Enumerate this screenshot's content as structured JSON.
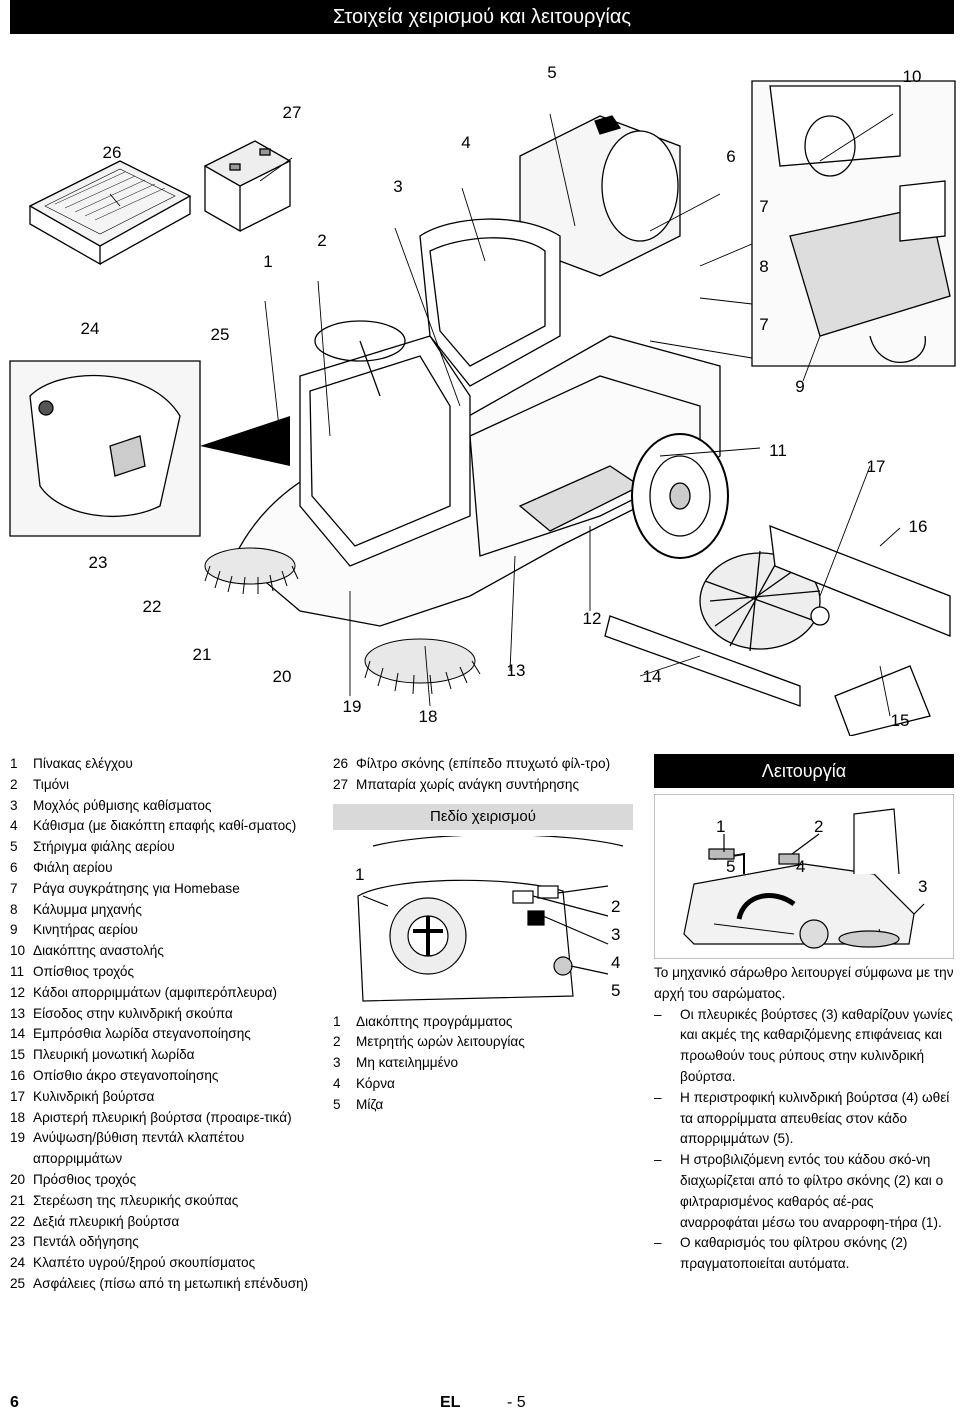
{
  "header": {
    "title": "Στοιχεία χειρισμού και λειτουργίας"
  },
  "diagram": {
    "callouts": [
      "26",
      "27",
      "5",
      "10",
      "4",
      "6",
      "3",
      "7",
      "2",
      "1",
      "8",
      "24",
      "25",
      "7",
      "9",
      "11",
      "17",
      "16",
      "23",
      "22",
      "12",
      "21",
      "20",
      "13",
      "14",
      "19",
      "18",
      "15"
    ]
  },
  "legend": [
    {
      "num": "1",
      "text": "Πίνακας ελέγχου"
    },
    {
      "num": "2",
      "text": "Τιμόνι"
    },
    {
      "num": "3",
      "text": "Μοχλός ρύθμισης καθίσματος"
    },
    {
      "num": "4",
      "text": "Κάθισμα (με διακόπτη επαφής καθί-σματος)"
    },
    {
      "num": "5",
      "text": "Στήριγμα φιάλης αερίου"
    },
    {
      "num": "6",
      "text": "Φιάλη αερίου"
    },
    {
      "num": "7",
      "text": "Ράγα συγκράτησης για Homebase"
    },
    {
      "num": "8",
      "text": "Κάλυμμα μηχανής"
    },
    {
      "num": "9",
      "text": "Κινητήρας αερίου"
    },
    {
      "num": "10",
      "text": "Διακόπτης αναστολής"
    },
    {
      "num": "11",
      "text": "Οπίσθιος τροχός"
    },
    {
      "num": "12",
      "text": "Κάδοι απορριμμάτων (αμφιπερόπλευρα)"
    },
    {
      "num": "13",
      "text": "Είσοδος στην κυλινδρική σκούπα"
    },
    {
      "num": "14",
      "text": "Εμπρόσθια λωρίδα στεγανοποίησης"
    },
    {
      "num": "15",
      "text": "Πλευρική μονωτική λωρίδα"
    },
    {
      "num": "16",
      "text": "Οπίσθιο άκρο στεγανοποίησης"
    },
    {
      "num": "17",
      "text": "Κυλινδρική βούρτσα"
    },
    {
      "num": "18",
      "text": "Αριστερή πλευρική βούρτσα (προαιρε-τικά)"
    },
    {
      "num": "19",
      "text": "Ανύψωση/βύθιση πεντάλ κλαπέτου απορριμμάτων"
    },
    {
      "num": "20",
      "text": "Πρόσθιος τροχός"
    },
    {
      "num": "21",
      "text": "Στερέωση της πλευρικής σκούπας"
    },
    {
      "num": "22",
      "text": "Δεξιά πλευρική βούρτσα"
    },
    {
      "num": "23",
      "text": "Πεντάλ οδήγησης"
    },
    {
      "num": "24",
      "text": "Κλαπέτο υγρού/ξηρού σκουπίσματος"
    },
    {
      "num": "25",
      "text": "Ασφάλειες (πίσω από τη μετωπική επένδυση)"
    }
  ],
  "legend2": [
    {
      "num": "26",
      "text": "Φίλτρο σκόνης (επίπεδο πτυχωτό φίλ-τρο)"
    },
    {
      "num": "27",
      "text": "Μπαταρία χωρίς ανάγκη συντήρησης"
    }
  ],
  "control_panel": {
    "heading": "Πεδίο χειρισμού",
    "callouts": [
      "1",
      "2",
      "3",
      "4",
      "5"
    ],
    "items": [
      {
        "num": "1",
        "text": "Διακόπτης προγράμματος"
      },
      {
        "num": "2",
        "text": "Μετρητής ωρών λειτουργίας"
      },
      {
        "num": "3",
        "text": "Μη κατειλημμένο"
      },
      {
        "num": "4",
        "text": "Κόρνα"
      },
      {
        "num": "5",
        "text": "Μίζα"
      }
    ]
  },
  "operation": {
    "heading": "Λειτουργία",
    "callouts": [
      "1",
      "2",
      "3",
      "5",
      "4"
    ],
    "intro": "Το μηχανικό σάρωθρο λειτουργεί σύμφωνα με την αρχή του σαρώματος.",
    "bullets": [
      "Οι πλευρικές βούρτσες (3) καθαρίζουν γωνίες και ακμές της καθαριζόμενης επιφάνειας και προωθούν τους ρύπους στην κυλινδρική βούρτσα.",
      "Η περιστροφική κυλινδρική βούρτσα (4) ωθεί τα απορρίμματα απευθείας στον κάδο απορριμμάτων (5).",
      "Η στροβιλιζόμενη εντός του κάδου σκό-νη διαχωρίζεται από το φίλτρο σκόνης (2) και ο φιλτραρισμένος καθαρός αέ-ρας αναρροφάται μέσω του αναρροφη-τήρα (1).",
      "Ο καθαρισμός του φίλτρου σκόνης (2) πραγματοποιείται αυτόματα."
    ],
    "dash": "–"
  },
  "footer": {
    "page": "6",
    "lang": "EL",
    "sub": "- 5"
  }
}
